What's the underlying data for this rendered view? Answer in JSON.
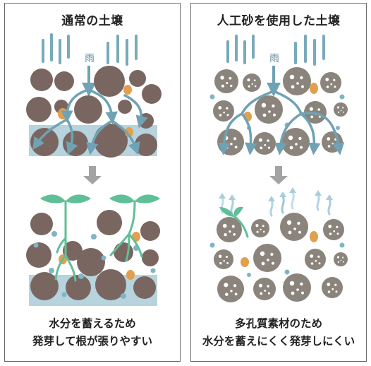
{
  "left_panel": {
    "title": "通常の土壌",
    "rain_label": "雨",
    "caption_line1": "水分を蓄えるため",
    "caption_line2": "発芽して根が張りやすい"
  },
  "right_panel": {
    "title": "人工砂を使用した土壌",
    "rain_label": "雨",
    "caption_line1": "多孔質素材のため",
    "caption_line2": "水分を蓄えにくく発芽しにくい"
  },
  "colors": {
    "soil_particle": "#7a6660",
    "porous_particle": "#8a847c",
    "pore": "#ffffff",
    "water_layer": "#b6d3de",
    "water_drop": "#7fb5c6",
    "rain_arrow": "#79aab9",
    "organic_matter": "#e2a04e",
    "sprout": "#5fbf97",
    "flow_arrow": "#6fa2b5",
    "down_arrow": "#a3a3a3",
    "border": "#6b6b6b"
  }
}
